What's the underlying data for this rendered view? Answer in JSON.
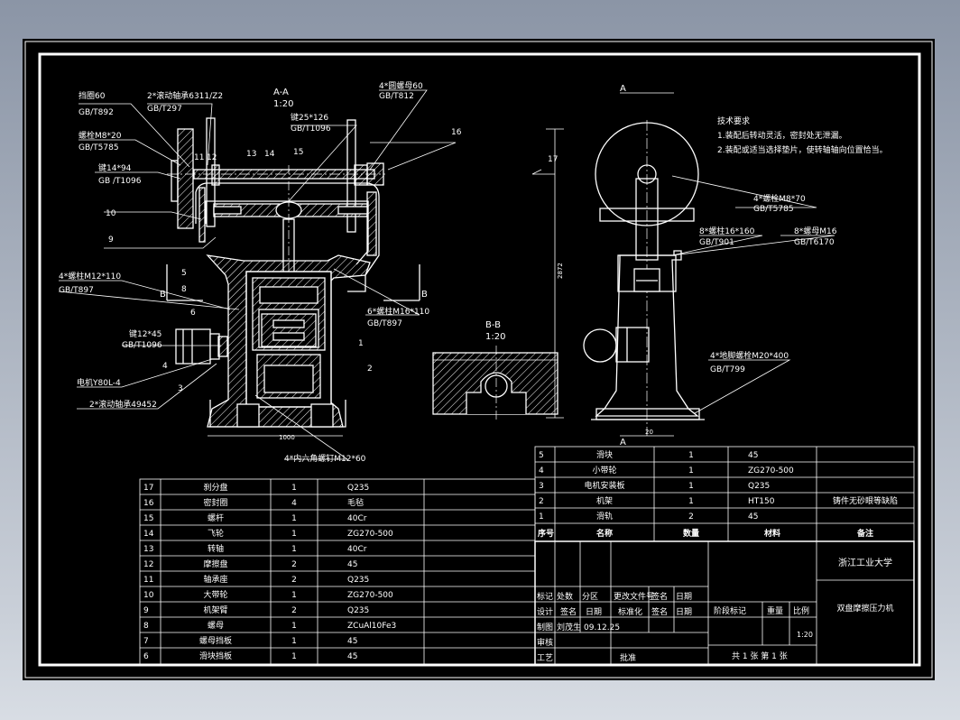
{
  "view_labels": {
    "section_aa": "A-A",
    "scale_aa": "1:20",
    "section_bb": "B-B",
    "scale_bb": "1:20",
    "arrow_a": "A",
    "arrow_b": "B"
  },
  "callouts": [
    {
      "label": "挡圈60",
      "std": "GB/T892"
    },
    {
      "label": "2*滚动轴承6311/Z2",
      "std": "GB/T297"
    },
    {
      "label": "4*圆螺母60",
      "std": "GB/T812"
    },
    {
      "label": "螺栓M8*20",
      "std": "GB/T5785"
    },
    {
      "label": "键14*94",
      "std": "GB /T1096"
    },
    {
      "label": "键25*126",
      "std": "GB/T1096"
    },
    {
      "label": "4*螺柱M12*110",
      "std": "GB/T897"
    },
    {
      "label": "键12*45",
      "std": "GB/T1096"
    },
    {
      "label": "6*螺柱M16*110",
      "std": "GB/T897"
    },
    {
      "label": "电机Y80L-4",
      "std": ""
    },
    {
      "label": "2*滚动轴承49452",
      "std": ""
    },
    {
      "label": "4*内六角螺钉M12*60",
      "std": ""
    },
    {
      "label": "4*螺栓M8*70",
      "std": "GB/T5785"
    },
    {
      "label": "8*螺柱16*160",
      "std": "GB/T901"
    },
    {
      "label": "8*螺母M16",
      "std": "GB/T6170"
    },
    {
      "label": "4*地脚螺栓M20*400",
      "std": "GB/T799"
    }
  ],
  "part_numbers": [
    "1",
    "2",
    "3",
    "4",
    "5",
    "6",
    "8",
    "9",
    "10",
    "11",
    "12",
    "13",
    "14",
    "15",
    "16",
    "17",
    "17"
  ],
  "dimensions": [
    "1000",
    "2872",
    "20"
  ],
  "tech_requirements": {
    "title": "技术要求",
    "items": [
      "1.装配后转动灵活，密封处无泄漏。",
      "2.装配或适当选择垫片，使转轴轴向位置恰当。"
    ]
  },
  "bom_left": {
    "rows": [
      {
        "no": "17",
        "name": "刹分盘",
        "qty": "1",
        "mat": "Q235"
      },
      {
        "no": "16",
        "name": "密封圈",
        "qty": "4",
        "mat": "毛毡"
      },
      {
        "no": "15",
        "name": "螺杆",
        "qty": "1",
        "mat": "40Cr"
      },
      {
        "no": "14",
        "name": "飞轮",
        "qty": "1",
        "mat": "ZG270-500"
      },
      {
        "no": "13",
        "name": "转轴",
        "qty": "1",
        "mat": "40Cr"
      },
      {
        "no": "12",
        "name": "摩擦盘",
        "qty": "2",
        "mat": "45"
      },
      {
        "no": "11",
        "name": "轴承座",
        "qty": "2",
        "mat": "Q235"
      },
      {
        "no": "10",
        "name": "大带轮",
        "qty": "1",
        "mat": "ZG270-500"
      },
      {
        "no": "9",
        "name": "机架臂",
        "qty": "2",
        "mat": "Q235"
      },
      {
        "no": "8",
        "name": "螺母",
        "qty": "1",
        "mat": "ZCuAl10Fe3"
      },
      {
        "no": "7",
        "name": "螺母挡板",
        "qty": "1",
        "mat": "45"
      },
      {
        "no": "6",
        "name": "滑块挡板",
        "qty": "1",
        "mat": "45"
      }
    ]
  },
  "bom_right": {
    "rows": [
      {
        "no": "5",
        "name": "滑块",
        "qty": "1",
        "mat": "45",
        "note": ""
      },
      {
        "no": "4",
        "name": "小带轮",
        "qty": "1",
        "mat": "ZG270-500",
        "note": ""
      },
      {
        "no": "3",
        "name": "电机安装板",
        "qty": "1",
        "mat": "Q235",
        "note": ""
      },
      {
        "no": "2",
        "name": "机架",
        "qty": "1",
        "mat": "HT150",
        "note": "铸件无砂眼等缺陷"
      },
      {
        "no": "1",
        "name": "滑轨",
        "qty": "2",
        "mat": "45",
        "note": ""
      }
    ],
    "header": {
      "no": "序号",
      "name": "名称",
      "qty": "数量",
      "mat": "材料",
      "note": "备注"
    }
  },
  "title_block": {
    "school": "浙江工业大学",
    "drawing_name": "双盘摩擦压力机",
    "row_labels": [
      "标记",
      "处数",
      "分区",
      "更改文件号",
      "签名",
      "日期"
    ],
    "design": "设计",
    "sign": "签名",
    "date": "日期",
    "std": "标准化",
    "sign2": "签名",
    "date2": "日期",
    "drafter_label": "制图",
    "drafter": "刘茂生",
    "drafter_date": "09.12.25",
    "review": "审核",
    "process": "工艺",
    "approve": "批准",
    "stage": "阶段标记",
    "weight": "重量",
    "scale": "比例",
    "scale_value": "1:20",
    "sheets": "共 1 张  第 1 张"
  },
  "colors": {
    "background": "#000000",
    "line": "#ffffff",
    "hatch": "#ffffff",
    "page": "#9aa3b2"
  }
}
